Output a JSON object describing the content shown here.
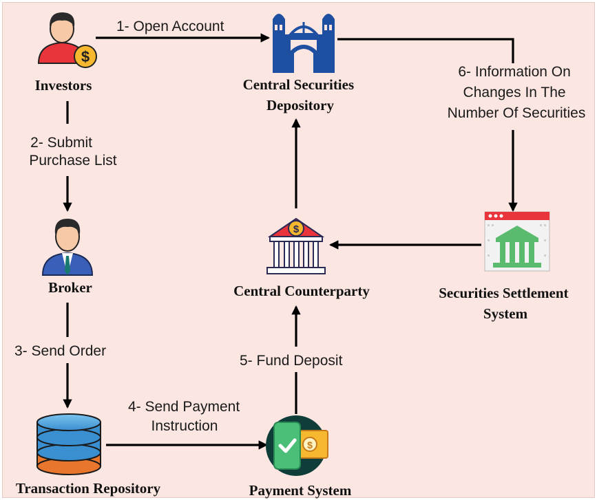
{
  "nodes": {
    "investors": "Investors",
    "csd": [
      "Central Securities",
      "Depository"
    ],
    "broker": "Broker",
    "ccp": "Central Counterparty",
    "sss": [
      "Securities Settlement",
      "System"
    ],
    "repository": "Transaction Repository",
    "payment": "Payment System"
  },
  "edges": {
    "open_account": "1- Open Account",
    "submit_purchase": [
      "2- Submit",
      "Purchase List"
    ],
    "send_order": "3- Send Order",
    "send_payment": [
      "4- Send Payment",
      "Instruction"
    ],
    "fund_deposit": "5- Fund Deposit",
    "information": [
      "6- Information On",
      "Changes In The",
      "Number Of Securities"
    ]
  },
  "colors": {
    "background": "#fbe6e2",
    "icon_blue": "#1f4fa0",
    "icon_green": "#5aba6e",
    "icon_red": "#e8343a",
    "icon_gold": "#f5b82e"
  },
  "icons": {
    "investors": "investor-person-dollar-icon",
    "csd": "depository-building-icon",
    "broker": "broker-person-icon",
    "ccp": "bank-dollar-icon",
    "sss": "settlement-browser-bank-icon",
    "repository": "database-stack-icon",
    "payment": "phone-payment-icon"
  }
}
